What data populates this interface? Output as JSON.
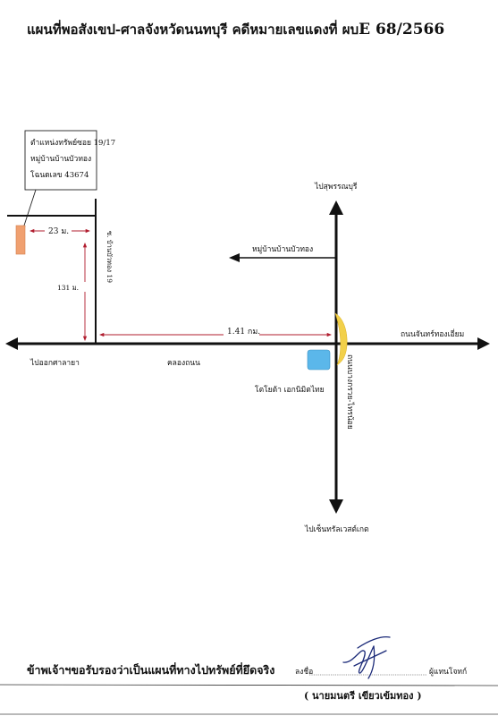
{
  "header": {
    "title_text": "แผนที่พอสังเขป-ศาลจังหวัดนนทบุรี คดีหมายเลขแดงที่ ผบ",
    "case_number": "E 68/2566"
  },
  "property_box": {
    "line1": "ตำแหน่งทรัพย์ซอย 19/17",
    "line2": "หมู่บ้านบ้านบัวทอง",
    "line3": "โฉนดเลข 43674"
  },
  "labels": {
    "north": "ไปสุพรรณบุรี",
    "village_arrow": "หมู่บ้านบ้านบัวทอง",
    "east_road": "ถนนจันทร์ทองเอี่ยม",
    "west_destination": "ไปออกศาลายา",
    "canal_road": "คลองถนน",
    "landmark": "โตโยต้า เอกนิมิตไทย",
    "ns_road": "ถนนบางกรวย-ไทรน้อย",
    "south_destination": "ไปเซ็นทรัลเวสต์เกต",
    "soi_road": "ซ. บ้านบัวทอง 19",
    "dist_23": "23 ม.",
    "dist_131": "131 ม.",
    "dist_141": "1.41 กม."
  },
  "footer": {
    "certify_text": "ข้าพเจ้าฯขอรับรองว่าเป็นแผนที่ทางไปทรัพย์ที่ยึดจริง",
    "sign_label": "ลงชื่อ",
    "role": "ผู้แทนโจทก์",
    "signer_name": "( นายมนตรี เขียวเข้มทอง )"
  },
  "colors": {
    "road": "#111111",
    "measure": "#b01c2e",
    "property": "#f0a070",
    "landmark": "#5bb7ea",
    "junction": "#f2d04a"
  }
}
